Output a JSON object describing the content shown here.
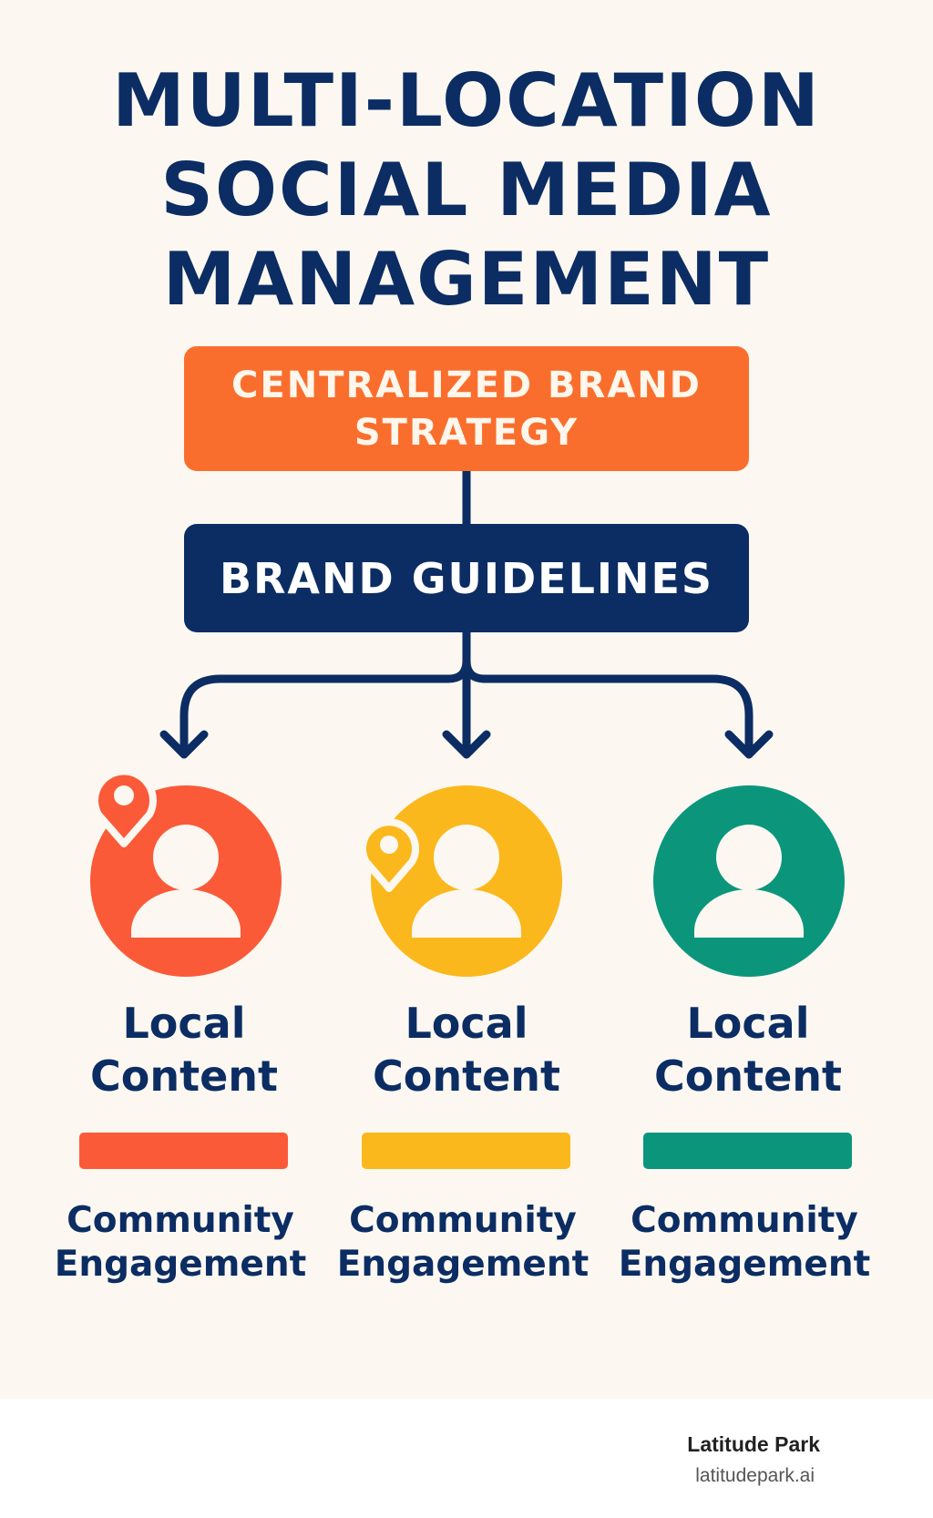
{
  "title": {
    "line1": "MULTI-LOCATION",
    "line2": "SOCIAL MEDIA",
    "line3": "MANAGEMENT"
  },
  "strategy": {
    "line1": "CENTRALIZED BRAND",
    "line2": "STRATEGY",
    "color": "#fa6e2d"
  },
  "guidelines": {
    "label": "BRAND GUIDELINES",
    "color": "#0c2d63"
  },
  "locations": [
    {
      "local_line1": "Local",
      "local_line2": "Content",
      "community_line1": "Community",
      "community_line2": "Engagement",
      "color": "#fb5a38",
      "icon": "user-with-location-pin-icon"
    },
    {
      "local_line1": "Local",
      "local_line2": "Content",
      "community_line1": "Community",
      "community_line2": "Engagement",
      "color": "#fbb81c",
      "icon": "user-with-location-pin-icon"
    },
    {
      "local_line1": "Local",
      "local_line2": "Content",
      "community_line1": "Community",
      "community_line2": "Engagement",
      "color": "#0b967c",
      "icon": "user-icon"
    }
  ],
  "footer": {
    "brand": "Latitude Park",
    "url": "latitudepark.ai"
  }
}
